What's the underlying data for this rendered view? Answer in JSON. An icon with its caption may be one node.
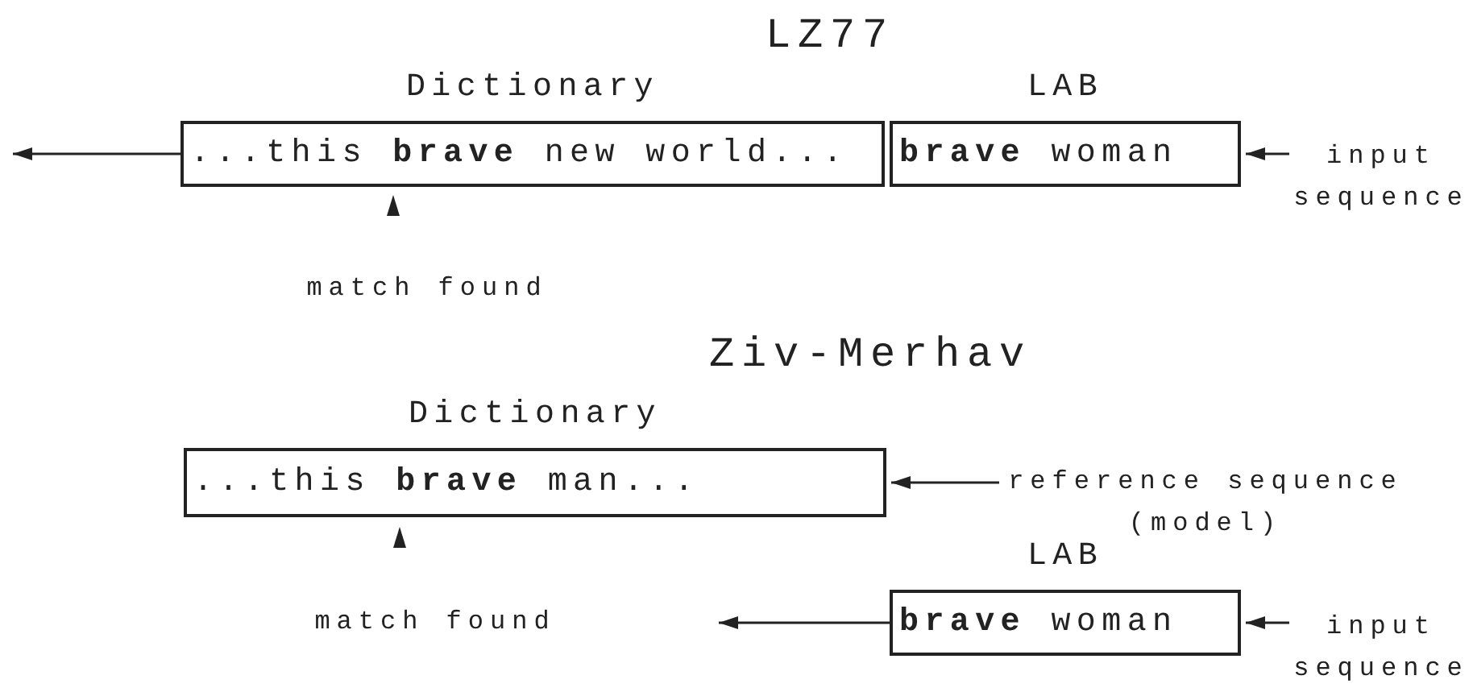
{
  "diagram": {
    "nodes": [
      {
        "text": [
          "Dictionary",
          "...this **brave** new world..."
        ]
      },
      {
        "text": [
          "LAB",
          "**brave** woman"
        ]
      },
      {
        "text": [
          "input sequence"
        ]
      },
      {
        "text": [
          "Dictionary",
          "...this **brave** man..."
        ]
      },
      {
        "text": [
          "reference sequence (model)"
        ]
      },
      {
        "text": [
          "LAB",
          "**brave** woman"
        ]
      },
      {
        "text": [
          "input sequence"
        ]
      }
    ],
    "edges": [
      {
        "from": 0,
        "to": null,
        "arrow": "to"
      },
      {
        "from": 2,
        "to": 1,
        "arrow": "to"
      },
      {
        "from": 4,
        "to": 3,
        "arrow": "to"
      },
      {
        "from": 5,
        "to": null,
        "arrow": "to"
      },
      {
        "from": 6,
        "to": 5,
        "arrow": "to"
      }
    ],
    "labels": [
      "LZ77",
      "match found",
      "Ziv-Merhav",
      "match found"
    ]
  }
}
